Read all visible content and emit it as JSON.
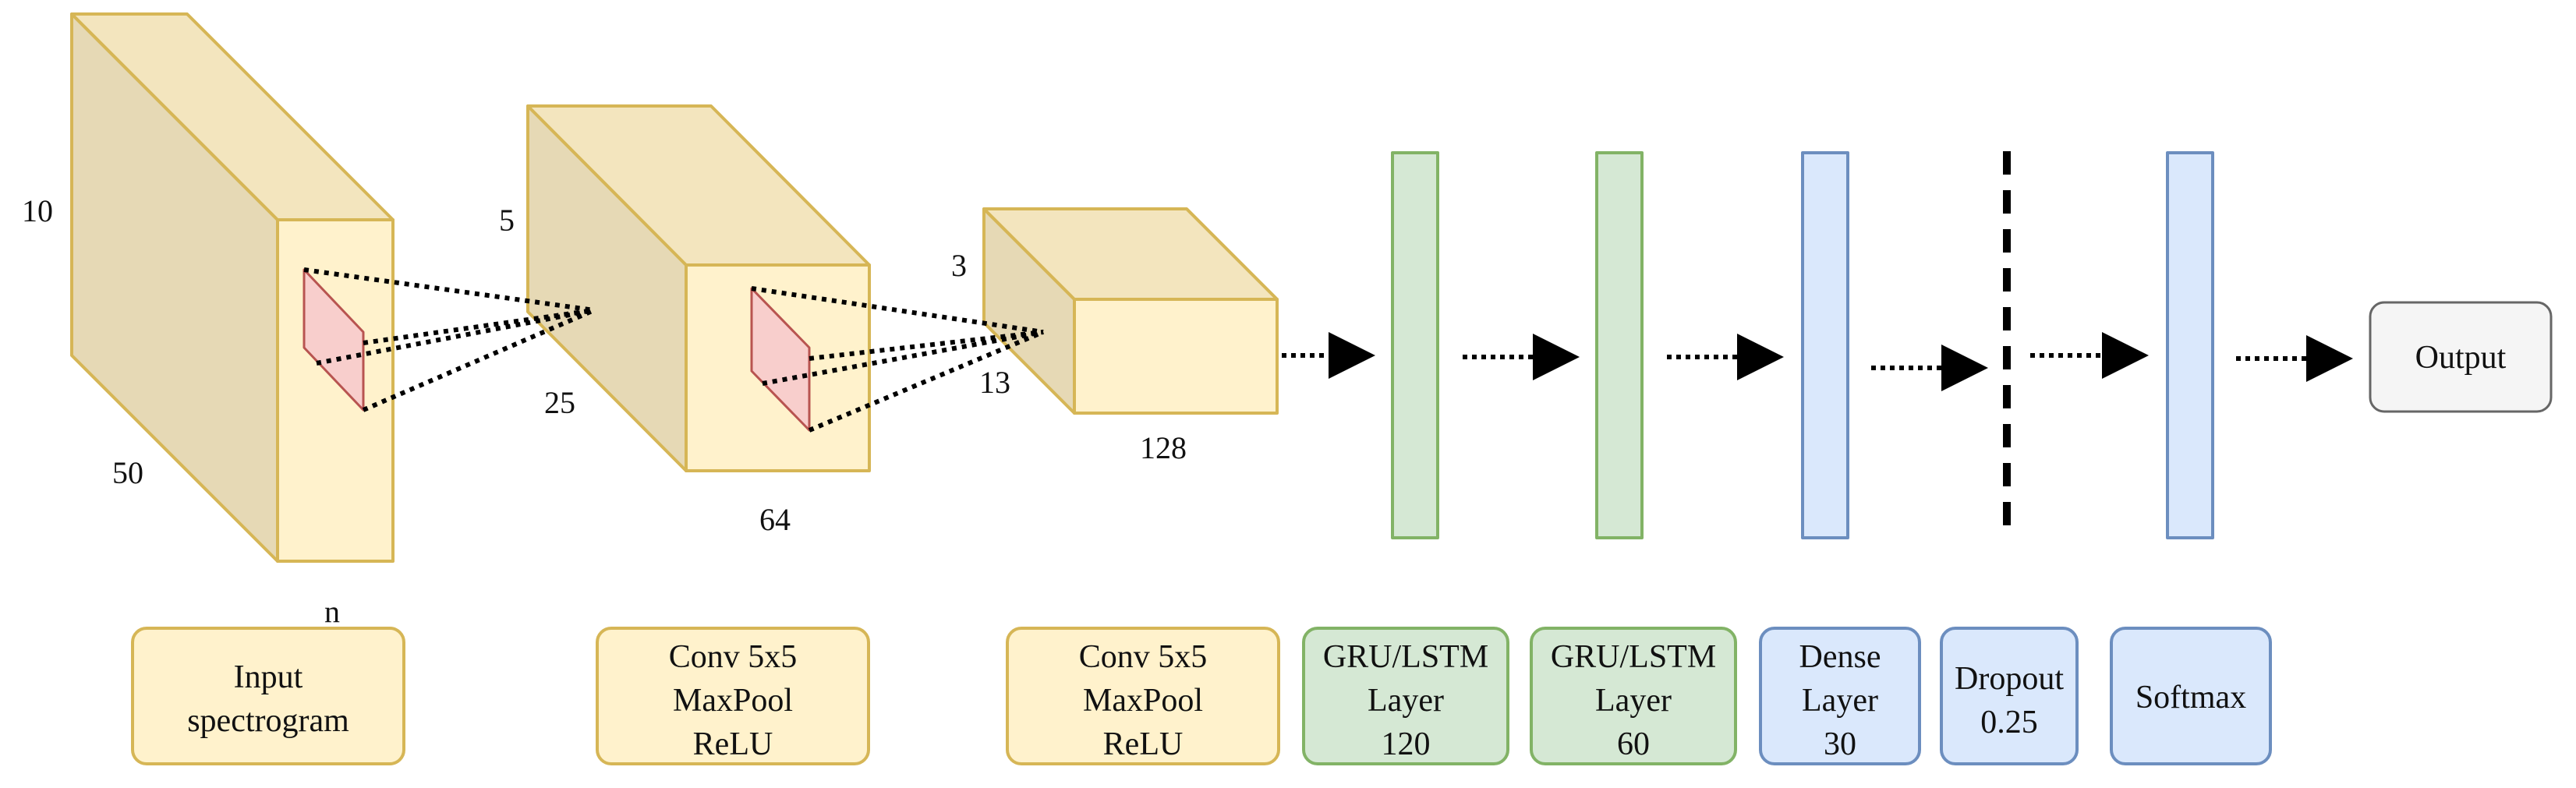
{
  "colors": {
    "yellow_fill": "#fff2cc",
    "yellow_stroke": "#d6b656",
    "yellow_side": "#e6d9b5",
    "yellow_top": "#f3e5be",
    "red_fill": "#f8cecc",
    "red_stroke": "#b85450",
    "green_fill": "#d5e8d4",
    "green_stroke": "#82b366",
    "blue_fill": "#dae8fc",
    "blue_stroke": "#6c8ebf",
    "gray_fill": "#f5f5f5",
    "gray_stroke": "#666666"
  },
  "volumes": {
    "input": {
      "height": "10",
      "depth": "50",
      "width": "n"
    },
    "conv1": {
      "height": "5",
      "depth": "25",
      "width": "64"
    },
    "conv2": {
      "height": "3",
      "depth": "13",
      "width": "128"
    }
  },
  "labels": {
    "input": [
      "Input",
      "spectrogram"
    ],
    "conv1": [
      "Conv 5x5",
      "MaxPool",
      "ReLU"
    ],
    "conv2": [
      "Conv 5x5",
      "MaxPool",
      "ReLU"
    ],
    "gru1": [
      "GRU/LSTM",
      "Layer",
      "120"
    ],
    "gru2": [
      "GRU/LSTM",
      "Layer",
      "60"
    ],
    "dense": [
      "Dense",
      "Layer",
      "30"
    ],
    "dropout": [
      "Dropout",
      "0.25"
    ],
    "softmax": [
      "Softmax"
    ]
  },
  "output": {
    "label": "Output"
  }
}
